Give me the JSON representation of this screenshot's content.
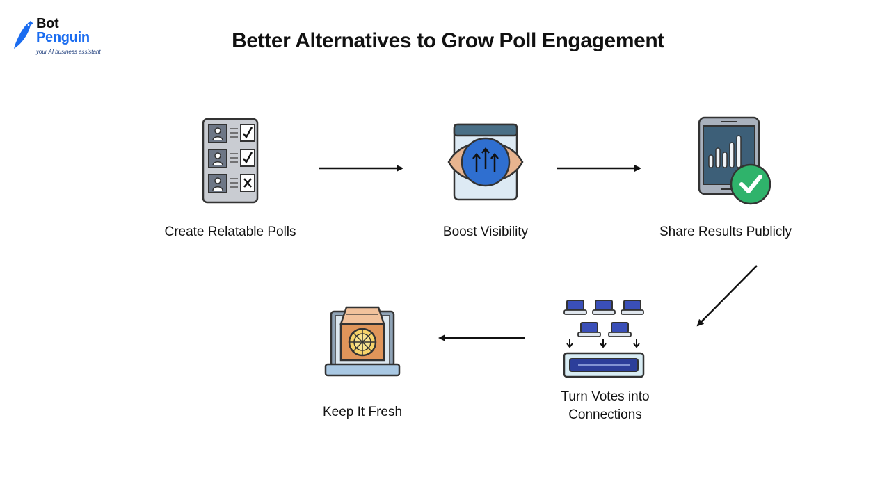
{
  "brand": {
    "name_line1": "Bot",
    "name_line2": "Penguin",
    "tagline": "your AI business assistant",
    "accent": "#1a6cf0"
  },
  "title": "Better Alternatives to Grow Poll Engagement",
  "steps": [
    {
      "label": "Create Relatable Polls",
      "icon": "checklist-ballot-icon"
    },
    {
      "label": "Boost Visibility",
      "icon": "eye-visibility-icon"
    },
    {
      "label": "Share Results Publicly",
      "icon": "phone-results-icon"
    },
    {
      "label": "Turn Votes into Connections",
      "label_line1": "Turn Votes into",
      "label_line2": "Connections",
      "icon": "votes-connections-icon"
    },
    {
      "label": "Keep It Fresh",
      "icon": "laptop-pizza-icon"
    }
  ],
  "colors": {
    "slate": "#6e7786",
    "sky": "#a9c8e3",
    "navy": "#2c3e9a",
    "green": "#2fb36b",
    "orange": "#e0955a",
    "ink": "#222222"
  }
}
